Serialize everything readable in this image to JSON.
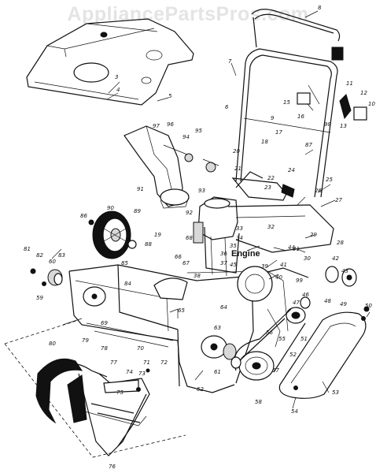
{
  "watermark": "AppliancePartsPros.com",
  "engine_label": "Engine",
  "callouts": [
    "8",
    "7",
    "3",
    "4",
    "5",
    "6",
    "10",
    "11",
    "12",
    "13",
    "15",
    "16",
    "17",
    "18",
    "19",
    "20",
    "21",
    "22",
    "23",
    "24",
    "25",
    "26",
    "27",
    "28",
    "29",
    "30",
    "31",
    "32",
    "33",
    "34",
    "35",
    "36",
    "37",
    "38",
    "39",
    "40",
    "41",
    "42",
    "43",
    "44",
    "45",
    "46",
    "47",
    "48",
    "49",
    "50",
    "51",
    "52",
    "53",
    "54",
    "55",
    "56",
    "57",
    "58",
    "59",
    "60",
    "61",
    "62",
    "63",
    "64",
    "65",
    "66",
    "67",
    "68",
    "69",
    "70",
    "71",
    "72",
    "73",
    "74",
    "75",
    "76",
    "77",
    "78",
    "79",
    "80",
    "81",
    "82",
    "83",
    "84",
    "85",
    "86",
    "87",
    "88",
    "89",
    "90",
    "91",
    "92",
    "93",
    "94",
    "95",
    "96",
    "97",
    "98",
    "99",
    "9"
  ]
}
